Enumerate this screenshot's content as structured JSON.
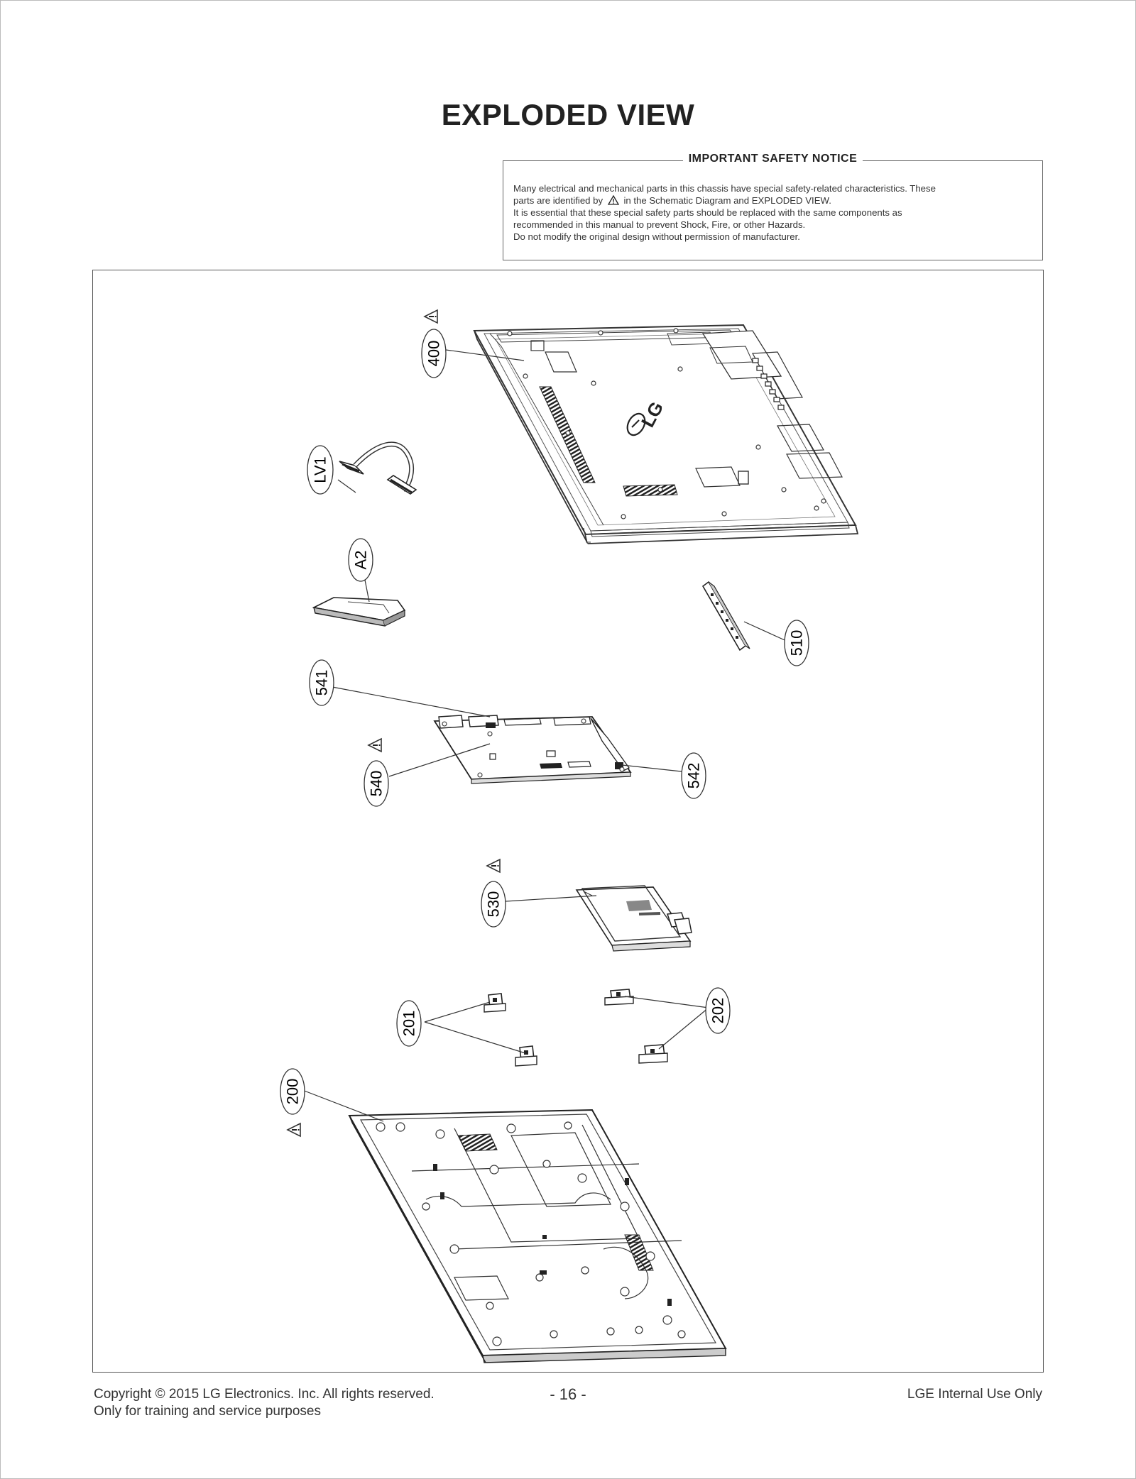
{
  "page": {
    "title": "EXPLODED VIEW"
  },
  "notice": {
    "title": "IMPORTANT SAFETY NOTICE",
    "line1": "Many electrical and mechanical parts in this chassis have special safety-related characteristics. These",
    "line2_before": "parts are identified by",
    "line2_after": "in the Schematic Diagram and EXPLODED VIEW.",
    "line3": "It is essential that these special safety parts should be replaced with the same components as",
    "line4": "recommended in this manual to prevent Shock, Fire, or other Hazards.",
    "line5": "Do not modify the original design without permission of manufacturer."
  },
  "parts": {
    "p400": "400",
    "lv1": "LV1",
    "a2": "A2",
    "p510": "510",
    "p541": "541",
    "p540": "540",
    "p542": "542",
    "p530": "530",
    "p201": "201",
    "p202": "202",
    "p200": "200"
  },
  "diagram_text": {
    "logo": "LG"
  },
  "footer": {
    "copyright": "Copyright  © 2015  LG Electronics. Inc. All rights reserved.",
    "training": "Only for training and service purposes",
    "page_number": "- 16 -",
    "internal": "LGE Internal Use Only"
  }
}
